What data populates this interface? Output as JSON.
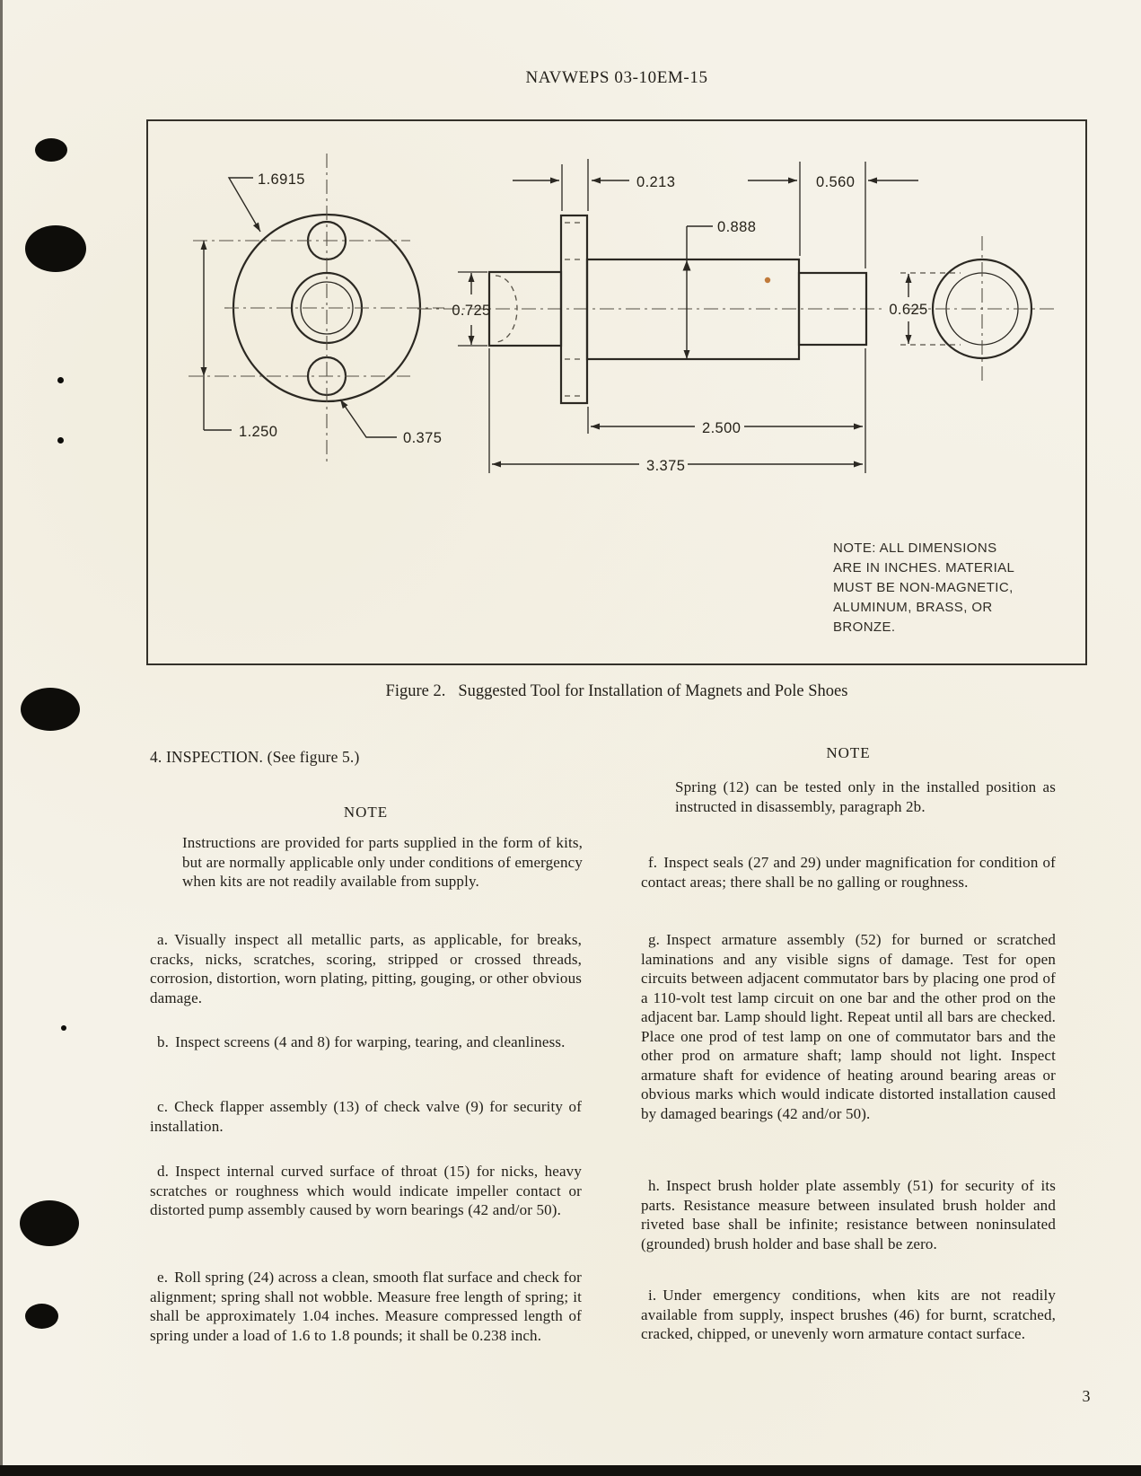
{
  "page": {
    "header": "NAVWEPS 03-10EM-15",
    "page_number": "3"
  },
  "figure": {
    "caption_prefix": "Figure 2.",
    "caption_text": "Suggested Tool for Installation of Magnets and Pole Shoes",
    "note": "NOTE: ALL DIMENSIONS\nARE IN INCHES. MATERIAL\nMUST BE NON-MAGNETIC,\nALUMINUM, BRASS, OR\nBRONZE.",
    "dimensions": {
      "flange_diameter": "1.6915",
      "hole_spacing": "1.250",
      "hole_diameter": "0.375",
      "pilot_diameter": "0.725",
      "flange_thickness": "0.213",
      "body_diameter": "0.888",
      "tip_length": "0.560",
      "tip_diameter": "0.625",
      "body_length": "2.500",
      "overall_length": "3.375"
    }
  },
  "content": {
    "left": {
      "heading": "4. INSPECTION.  (See figure 5.)",
      "note_heading": "NOTE",
      "note_text": "Instructions are provided for parts supplied in the form of kits, but are normally applicable only under conditions of emergency when kits are not readily available from supply.",
      "paragraphs": [
        {
          "label": "a.",
          "text": "Visually inspect all metallic parts, as applicable, for breaks, cracks, nicks, scratches, scoring, stripped or crossed threads, corrosion, distortion, worn plating, pitting, gouging, or other obvious damage."
        },
        {
          "label": "b.",
          "text": "Inspect screens (4 and 8) for warping, tearing, and cleanliness."
        },
        {
          "label": "c.",
          "text": "Check flapper assembly (13) of check valve (9) for security of installation."
        },
        {
          "label": "d.",
          "text": "Inspect internal curved surface of throat (15) for nicks, heavy scratches or roughness which would indicate impeller contact or distorted pump assembly caused by worn bearings (42 and/or 50)."
        },
        {
          "label": "e.",
          "text": "Roll spring (24) across a clean, smooth flat surface and check for alignment; spring shall not wobble. Measure free length of spring; it shall be approximately 1.04 inches. Measure compressed length of spring under a load of 1.6 to 1.8 pounds; it shall be 0.238 inch."
        }
      ]
    },
    "right": {
      "note_heading": "NOTE",
      "note_text": "Spring (12) can be tested only in the installed position as instructed in disassembly, paragraph 2b.",
      "paragraphs": [
        {
          "label": "f.",
          "text": "Inspect seals (27 and 29) under magnification for condition of contact areas; there shall be no galling or roughness."
        },
        {
          "label": "g.",
          "text": "Inspect armature assembly (52) for burned or scratched laminations and any visible signs of damage. Test for open circuits between adjacent commutator bars by placing one prod of a 110-volt test lamp circuit on one bar and the other prod on the adjacent bar. Lamp should light. Repeat until all bars are checked. Place one prod of test lamp on one of commutator bars and the other prod on armature shaft; lamp should not light. Inspect armature shaft for evidence of heating around bearing areas or obvious marks which would indicate distorted installation caused by damaged bearings (42 and/or 50)."
        },
        {
          "label": "h.",
          "text": "Inspect brush holder plate assembly (51) for security of its parts. Resistance measure between insulated brush holder and riveted base shall be infinite; resistance between noninsulated (grounded) brush holder and base shall be zero."
        },
        {
          "label": "i.",
          "text": "Under emergency conditions, when kits are not readily available from supply, inspect brushes (46) for burnt, scratched, cracked, chipped, or unevenly worn armature contact surface."
        }
      ]
    }
  },
  "colors": {
    "paper": "#f5f2e8",
    "ink": "#211e18"
  }
}
